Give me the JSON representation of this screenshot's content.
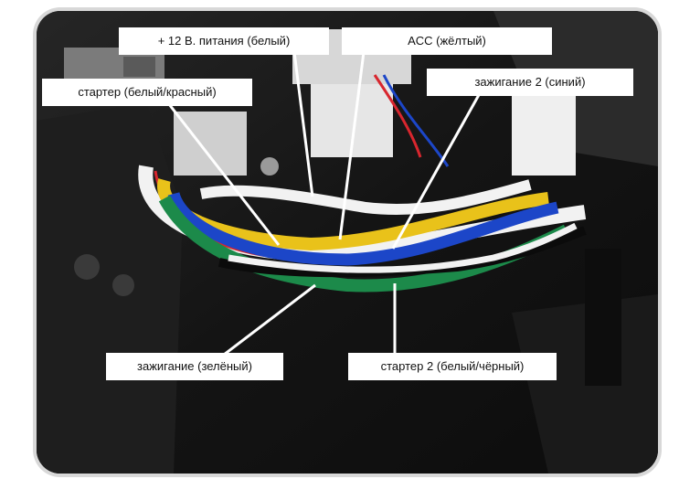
{
  "labels": {
    "power_12v": "+ 12 В. питания (белый)",
    "acc": "ACC (жёлтый)",
    "starter": "стартер (белый/красный)",
    "ignition2": "зажигание 2 (синий)",
    "ignition": "зажигание (зелёный)",
    "starter2": "стартер 2 (белый/чёрный)"
  },
  "colors": {
    "background": "#ffffff",
    "frame": "#d8d8d8",
    "wire_white": "#f2f2f2",
    "wire_red": "#d8262e",
    "wire_yellow": "#e9c21a",
    "wire_blue": "#1c46c8",
    "wire_green": "#1c8a4a",
    "wire_black": "#0b0b0b"
  }
}
